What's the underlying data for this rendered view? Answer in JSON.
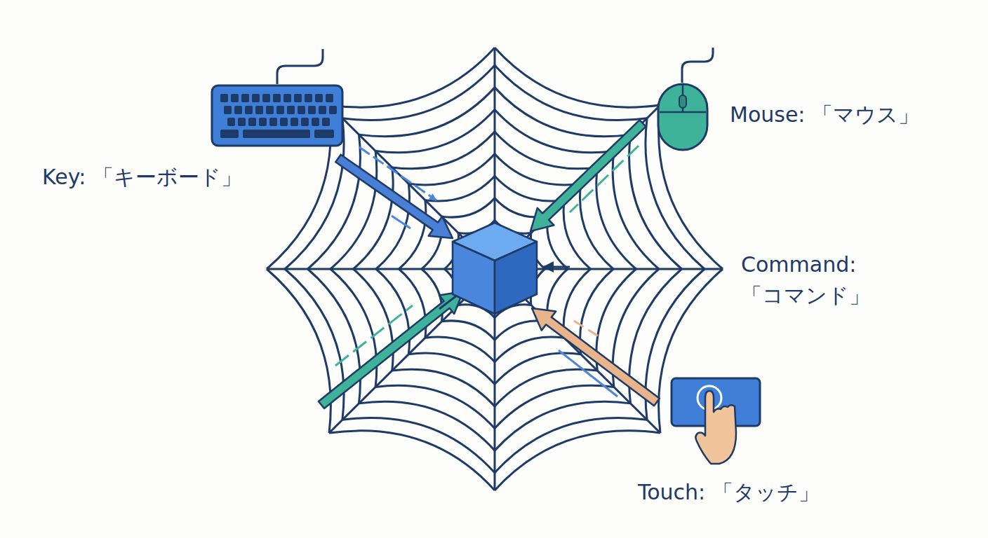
{
  "diagram": {
    "nodes": [
      {
        "text": [
          "Key: 「キーボード」"
        ]
      },
      {
        "text": [
          "Mouse: 「マウス」"
        ]
      },
      {
        "text": [
          "Touch: 「タッチ」"
        ]
      }
    ],
    "labels": [
      "Command: 「コマンド」"
    ]
  }
}
